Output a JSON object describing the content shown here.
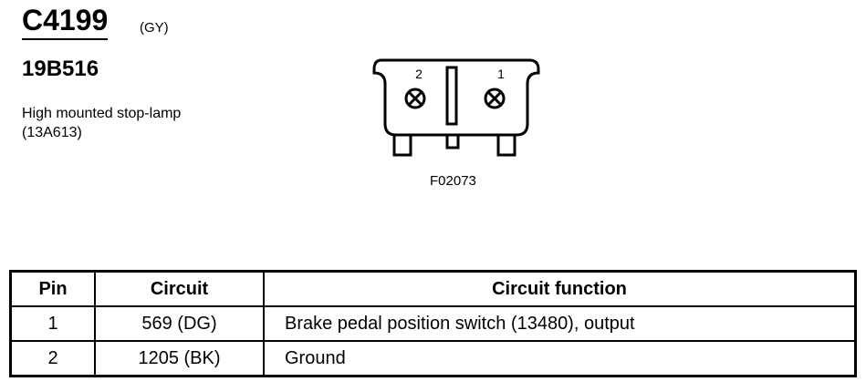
{
  "connector": {
    "id": "C4199",
    "color_code": "(GY)",
    "part_number": "19B516",
    "description": "High mounted stop-lamp (13A613)",
    "figure_id": "F02073",
    "pin_labels": [
      "2",
      "1"
    ]
  },
  "table": {
    "headers": [
      "Pin",
      "Circuit",
      "Circuit function"
    ],
    "rows": [
      {
        "pin": "1",
        "circuit": "569 (DG)",
        "function": "Brake pedal position switch (13480), output"
      },
      {
        "pin": "2",
        "circuit": "1205 (BK)",
        "function": "Ground"
      }
    ]
  }
}
